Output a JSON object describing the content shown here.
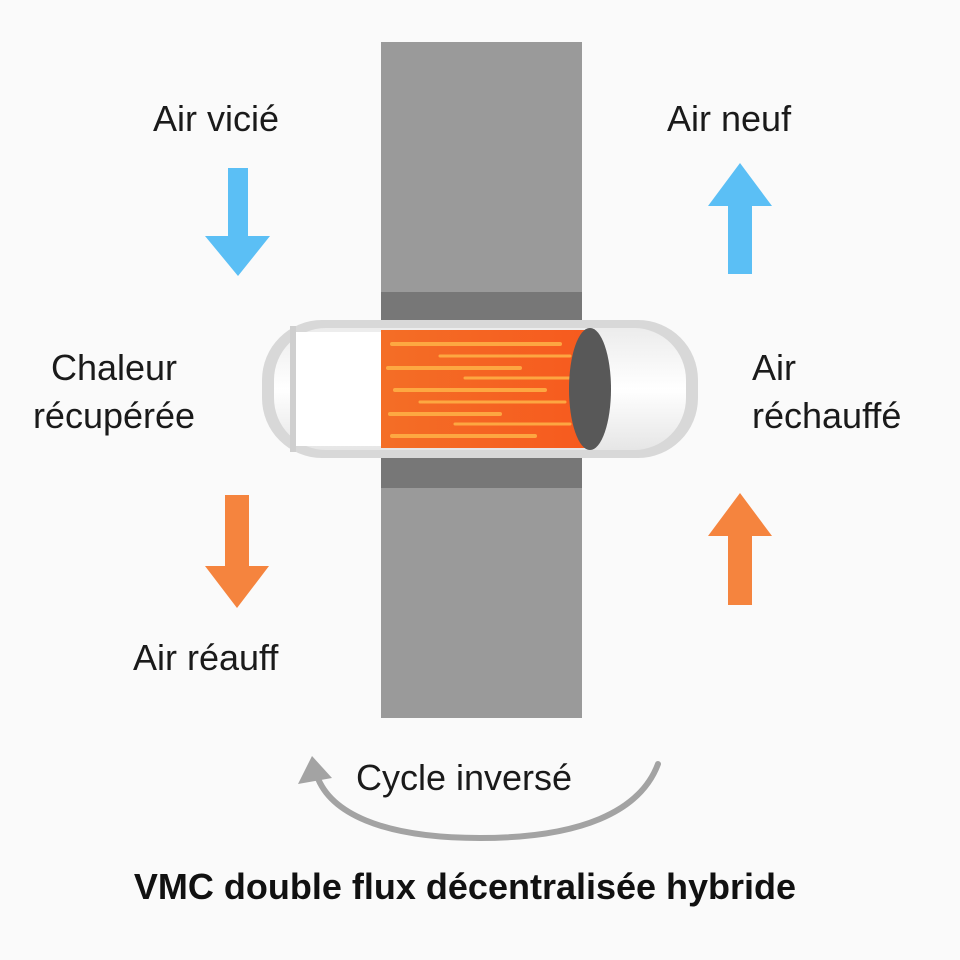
{
  "labels": {
    "air_vicie": "Air vicié",
    "air_neuf": "Air neuf",
    "chaleur_line1": "Chaleur",
    "chaleur_line2": "récupérée",
    "air_rechauffe_line1": "Air",
    "air_rechauffe_line2": "réchauffé",
    "air_reauff": "Air réauff",
    "cycle": "Cycle inversé"
  },
  "title": "VMC double flux décentralisée hybride",
  "colors": {
    "background": "#fafafa",
    "wall": "#9a9a9a",
    "wall_band": "#777777",
    "arrow_blue": "#5bbff5",
    "arrow_orange": "#f5843e",
    "core_orange": "#f46e26",
    "core_streak": "#ffb347",
    "disc": "#585858",
    "tube_outline": "#cccccc",
    "cycle_arrow": "#a3a3a3",
    "text": "#1a1a1a"
  },
  "icons": [
    "arrow-down-blue",
    "arrow-up-blue",
    "arrow-down-orange",
    "arrow-up-orange",
    "curved-arrow"
  ]
}
